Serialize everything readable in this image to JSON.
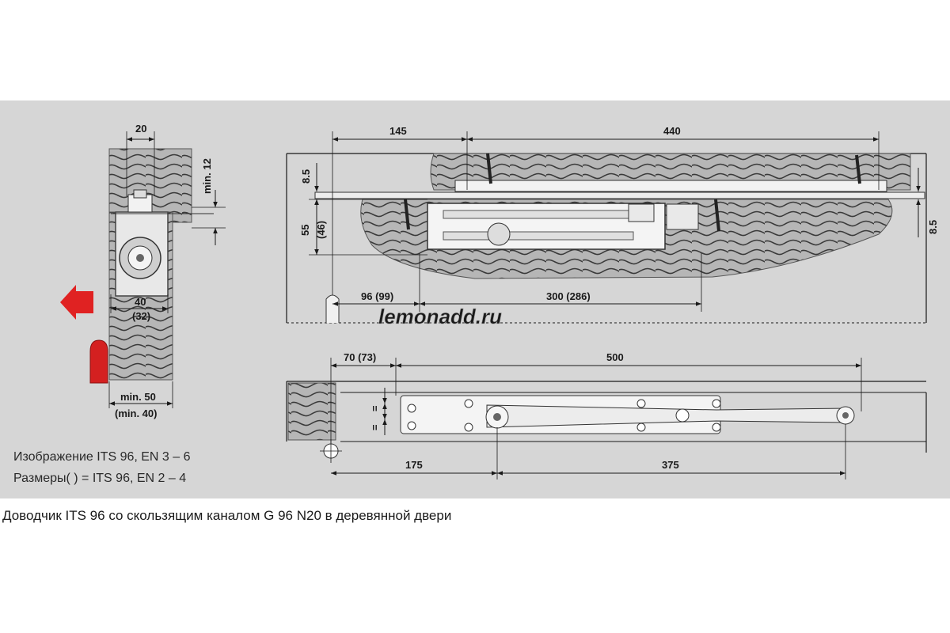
{
  "dimensions": {
    "side_top_width": "20",
    "side_min_12": "min. 12",
    "side_width_40": "40",
    "side_width_32": "(32)",
    "side_min_50": "min. 50",
    "side_min_40": "(min. 40)",
    "front_145": "145",
    "front_440": "440",
    "front_8_5_left": "8.5",
    "front_55": "55",
    "front_46": "(46)",
    "front_8_5_right": "8.5",
    "front_96_99": "96 (99)",
    "front_300_286": "300 (286)",
    "plan_70_73": "70 (73)",
    "plan_500": "500",
    "plan_175": "175",
    "plan_375": "375",
    "plan_eq": "="
  },
  "watermark": "lemonadd.ru",
  "captions": {
    "line1": "Изображение ITS 96, EN 3 – 6",
    "line2": "Размеры( ) = ITS 96, EN 2 – 4"
  },
  "footer": "Доводчик ITS 96 со скользящим каналом G 96 N20 в деревянной двери",
  "colors": {
    "panel": "#d6d6d6",
    "wood": "#b4b4b4",
    "arrow_red": "#e02222",
    "metal": "#f2f2f2"
  }
}
